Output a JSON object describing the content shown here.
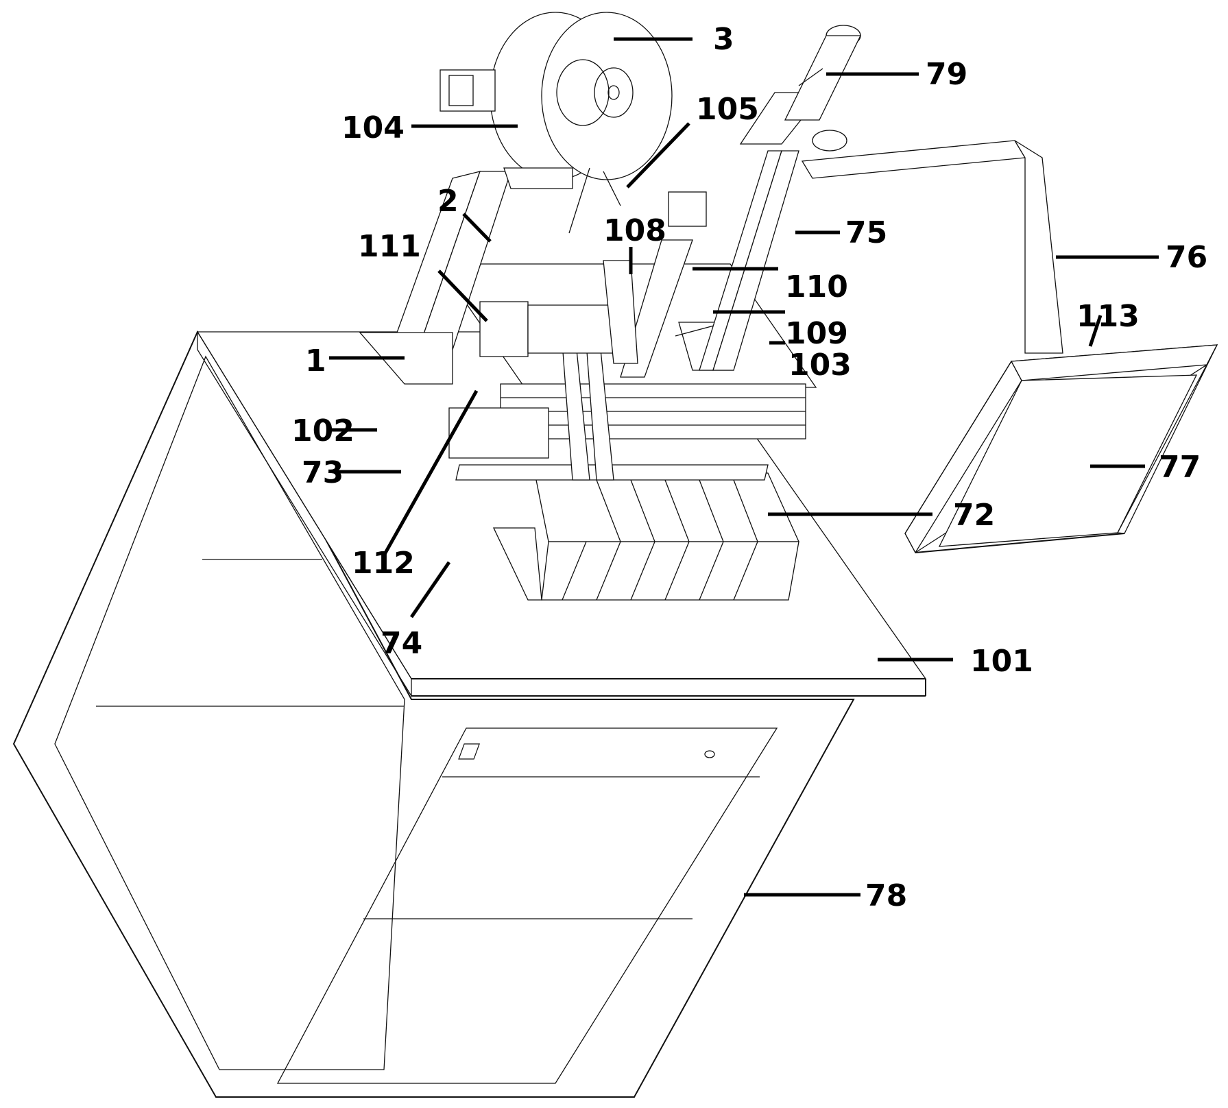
{
  "figure": {
    "subject": "labeling machine assembly (isometric line drawing)",
    "reference_labels": [
      {
        "id": "3",
        "text": "3"
      },
      {
        "id": "79",
        "text": "79"
      },
      {
        "id": "104",
        "text": "104"
      },
      {
        "id": "105",
        "text": "105"
      },
      {
        "id": "2",
        "text": "2"
      },
      {
        "id": "108",
        "text": "108"
      },
      {
        "id": "75",
        "text": "75"
      },
      {
        "id": "76",
        "text": "76"
      },
      {
        "id": "111",
        "text": "111"
      },
      {
        "id": "110",
        "text": "110"
      },
      {
        "id": "109",
        "text": "109"
      },
      {
        "id": "113",
        "text": "113"
      },
      {
        "id": "1",
        "text": "1"
      },
      {
        "id": "103",
        "text": "103"
      },
      {
        "id": "102",
        "text": "102"
      },
      {
        "id": "73",
        "text": "73"
      },
      {
        "id": "77",
        "text": "77"
      },
      {
        "id": "112",
        "text": "112"
      },
      {
        "id": "72",
        "text": "72"
      },
      {
        "id": "74",
        "text": "74"
      },
      {
        "id": "101",
        "text": "101"
      },
      {
        "id": "78",
        "text": "78"
      }
    ]
  }
}
